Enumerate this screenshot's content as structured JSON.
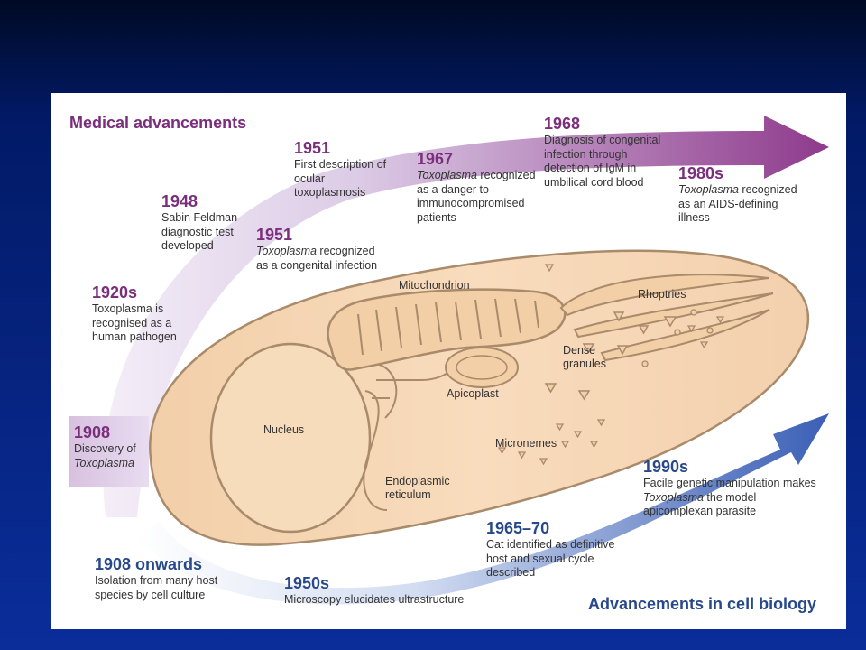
{
  "headers": {
    "medical": "Medical advancements",
    "cell": "Advancements in cell biology"
  },
  "medical_timeline": [
    {
      "year": "1908",
      "pre": "Discovery of ",
      "italic": "Toxoplasma",
      "post": ""
    },
    {
      "year": "1920s",
      "pre": "Toxoplasma is recognised as a human pathogen",
      "italic": "",
      "post": ""
    },
    {
      "year": "1948",
      "pre": "Sabin Feldman diagnostic test developed",
      "italic": "",
      "post": ""
    },
    {
      "year": "1951",
      "pre": "",
      "italic": "Toxoplasma",
      "post": " recognized as a congenital infection"
    },
    {
      "year": "1951",
      "pre": "First description of ocular toxoplasmosis",
      "italic": "",
      "post": ""
    },
    {
      "year": "1967",
      "pre": "",
      "italic": "Toxoplasma",
      "post": " recognized as a danger to immunocompromised patients"
    },
    {
      "year": "1968",
      "pre": "Diagnosis of congenital infection through detection of IgM in umbilical cord blood",
      "italic": "",
      "post": ""
    },
    {
      "year": "1980s",
      "pre": "",
      "italic": "Toxoplasma",
      "post": " recognized as an AIDS-defining illness"
    }
  ],
  "cell_timeline": [
    {
      "year": "1908 onwards",
      "pre": "Isolation from many host species by cell culture",
      "italic": "",
      "post": ""
    },
    {
      "year": "1950s",
      "pre": "Microscopy elucidates ultrastructure",
      "italic": "",
      "post": ""
    },
    {
      "year": "1965–70",
      "pre": "Cat identified as definitive host and sexual cycle described",
      "italic": "",
      "post": ""
    },
    {
      "year": "1990s",
      "pre": "Facile genetic manipulation makes ",
      "italic": "Toxoplasma",
      "post": " the model apicomplexan parasite"
    }
  ],
  "organelles": {
    "mitochondrion": "Mitochondrion",
    "rhoptries": "Rhoptries",
    "dense_granules": "Dense granules",
    "apicoplast": "Apicoplast",
    "nucleus": "Nucleus",
    "micronemes": "Micronemes",
    "er": "Endoplasmic reticulum"
  },
  "colors": {
    "medical_arrow": "#8e3a8c",
    "cell_arrow": "#3b5fb5",
    "cell_body": "#f6d9b8",
    "cell_outline": "#a98a6a"
  }
}
